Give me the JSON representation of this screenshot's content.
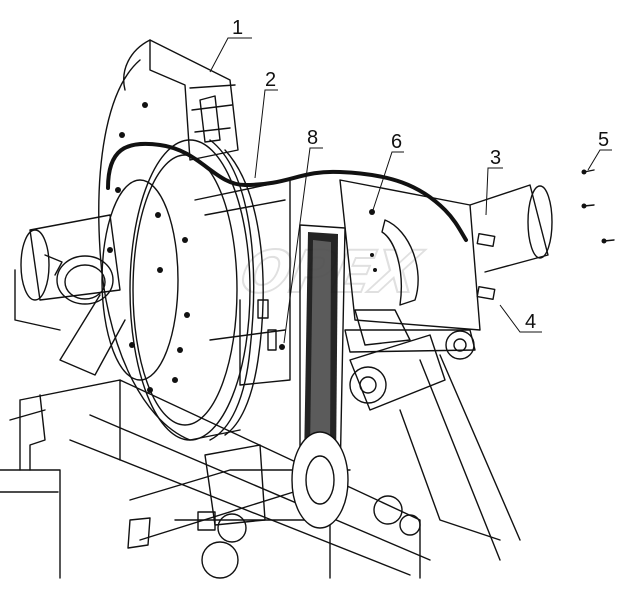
{
  "callouts": [
    {
      "id": "1",
      "text": "1"
    },
    {
      "id": "2",
      "text": "2"
    },
    {
      "id": "3",
      "text": "3"
    },
    {
      "id": "4",
      "text": "4"
    },
    {
      "id": "5",
      "text": "5"
    },
    {
      "id": "6",
      "text": "6"
    },
    {
      "id": "8",
      "text": "8"
    }
  ],
  "watermark": "OPEX",
  "colors": {
    "ink": "#111111",
    "paper": "#ffffff",
    "watermark": "#d6d6d6"
  }
}
